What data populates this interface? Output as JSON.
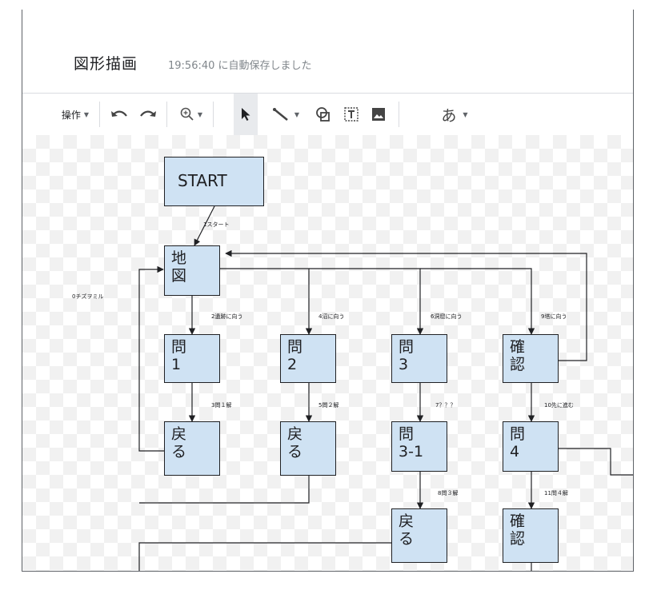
{
  "title": "図形描画",
  "autosave_status": "19:56:40 に自動保存しました",
  "toolbar": {
    "actions_label": "操作",
    "text_style_label": "あ",
    "icons": [
      "undo-icon",
      "redo-icon",
      "zoom-icon",
      "select-icon",
      "line-icon",
      "shape-icon",
      "textbox-icon",
      "image-icon"
    ]
  },
  "diagram": {
    "nodes": {
      "start": "START",
      "map": "地\n図",
      "q1": "問\n1",
      "q2": "問\n2",
      "q3": "問\n3",
      "confirm1": "確\n認",
      "back1": "戻\nる",
      "back2": "戻\nる",
      "q3_1": "問\n3-1",
      "q4": "問\n4",
      "back3": "戻\nる",
      "confirm2": "確\n認"
    },
    "edge_labels": {
      "start_to_map": "1スタート",
      "side": "0チズヲミル",
      "to_q1": "2遺跡に向う",
      "to_q2": "4沼に向う",
      "to_q3": "6洞窟に向う",
      "to_confirm": "9塔に向う",
      "q1_solve": "3問１解",
      "q2_solve": "5問２解",
      "q3_unknown": "7？？？",
      "go_ahead": "10先に進む",
      "q3_solve": "8問３解",
      "q4_solve": "11問４解"
    }
  },
  "colors": {
    "node_fill": "#cfe2f3",
    "node_border": "#202124",
    "line": "#202124"
  }
}
